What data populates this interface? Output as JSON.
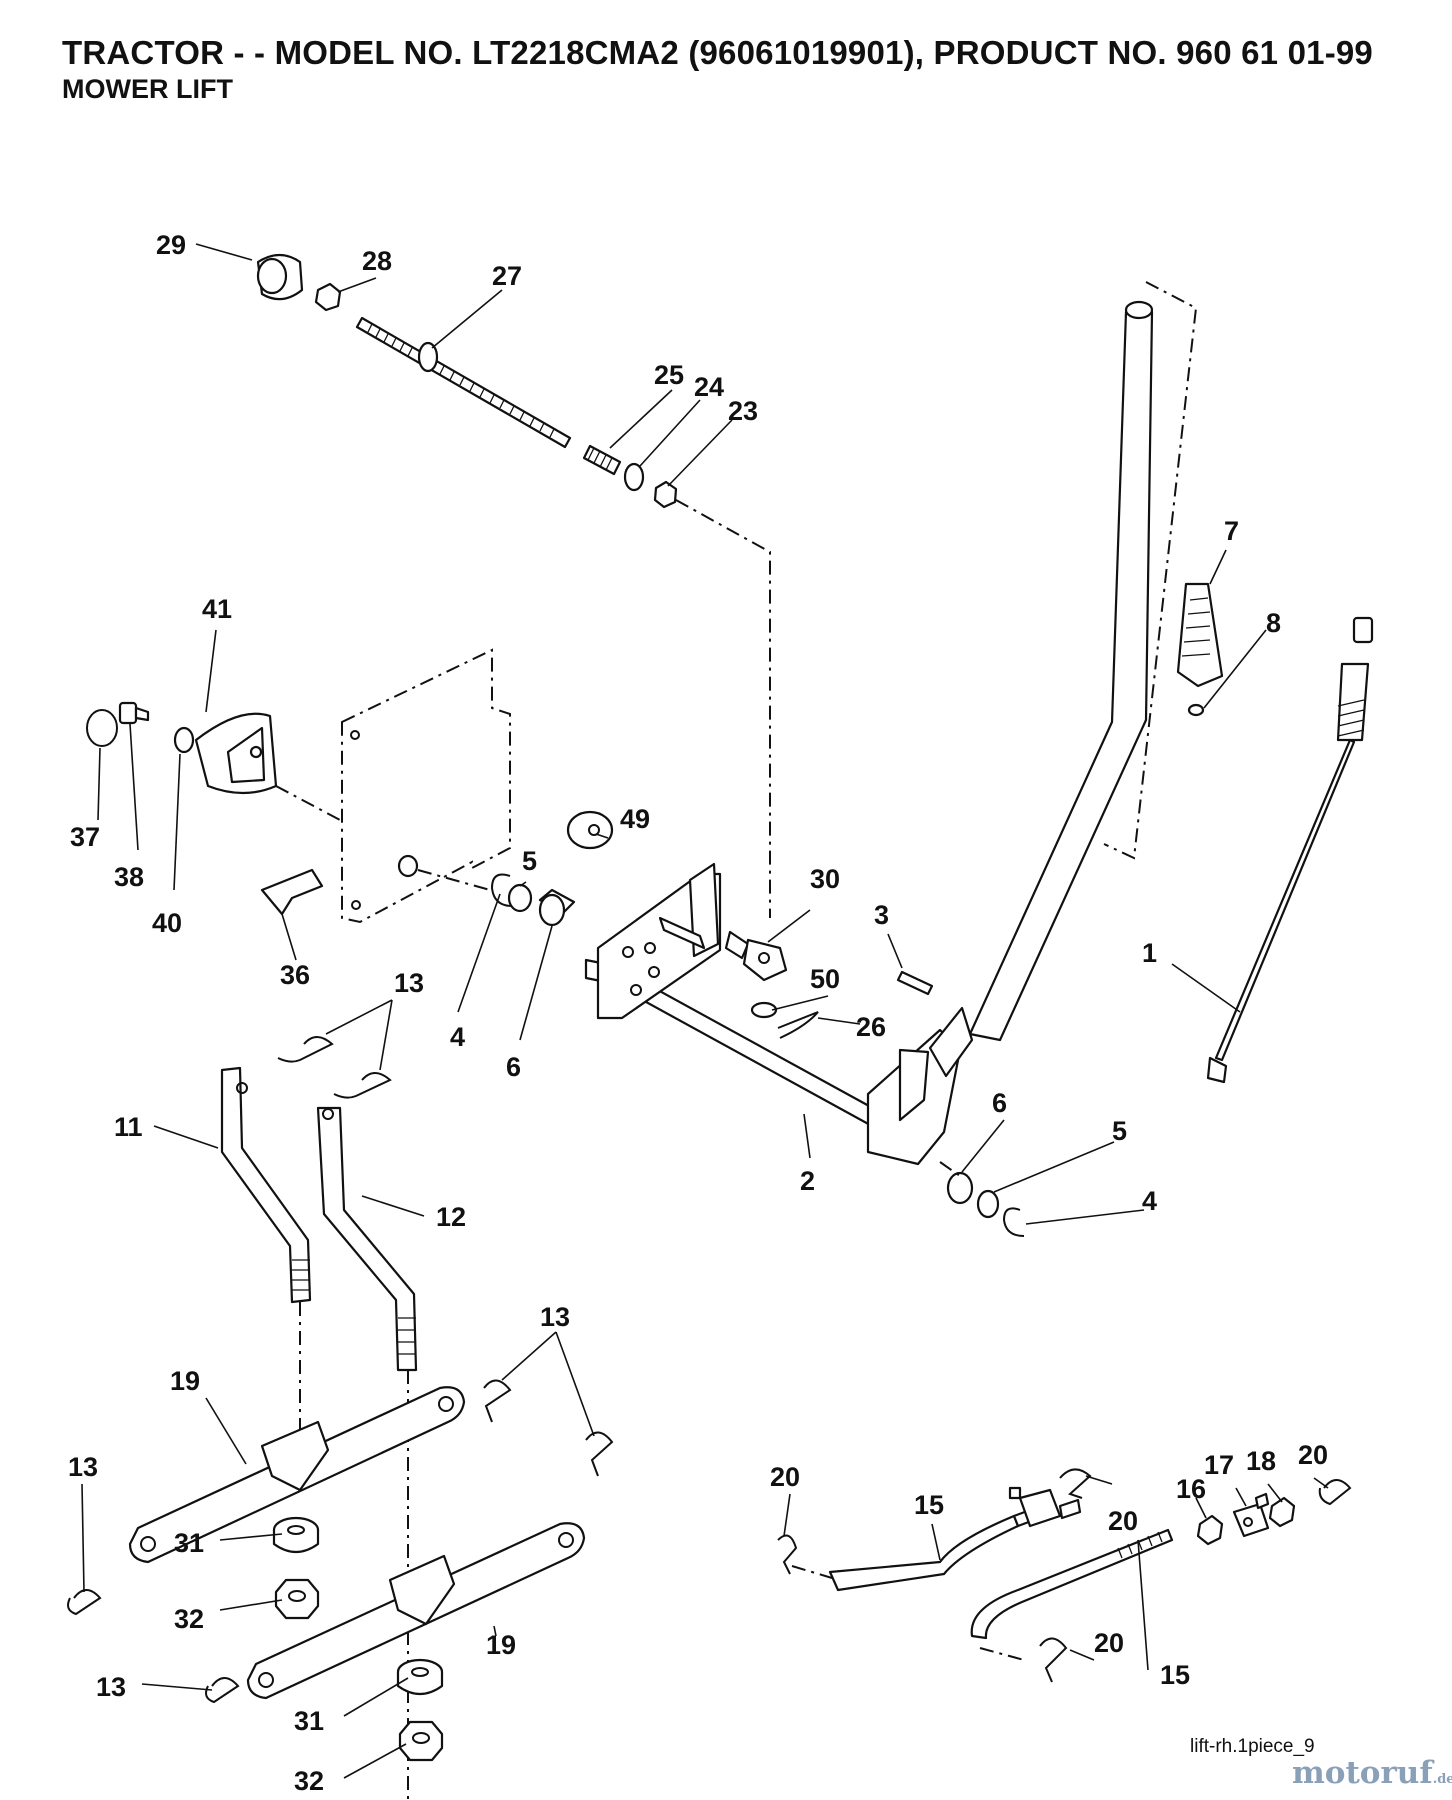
{
  "header": {
    "title": "TRACTOR - - MODEL NO. LT2218CMA2 (96061019901), PRODUCT NO. 960 61 01-99",
    "subtitle": "MOWER LIFT"
  },
  "labels": {
    "p1": "1",
    "p2": "2",
    "p3": "3",
    "p4a": "4",
    "p4b": "4",
    "p5a": "5",
    "p5b": "5",
    "p6a": "6",
    "p6b": "6",
    "p7": "7",
    "p8": "8",
    "p11": "11",
    "p12": "12",
    "p13a": "13",
    "p13b": "13",
    "p13c": "13",
    "p13d": "13",
    "p15a": "15",
    "p15b": "15",
    "p16": "16",
    "p17": "17",
    "p18": "18",
    "p19a": "19",
    "p19b": "19",
    "p20a": "20",
    "p20b": "20",
    "p20c": "20",
    "p20d": "20",
    "p23": "23",
    "p24": "24",
    "p25": "25",
    "p26": "26",
    "p27": "27",
    "p28": "28",
    "p29": "29",
    "p30": "30",
    "p31a": "31",
    "p31b": "31",
    "p32a": "32",
    "p32b": "32",
    "p36": "36",
    "p37": "37",
    "p38": "38",
    "p40": "40",
    "p41": "41",
    "p49": "49",
    "p50": "50"
  },
  "footer": {
    "ref": "lift-rh.1piece_9",
    "watermark_main": "motoruf",
    "watermark_suffix": ".de"
  }
}
